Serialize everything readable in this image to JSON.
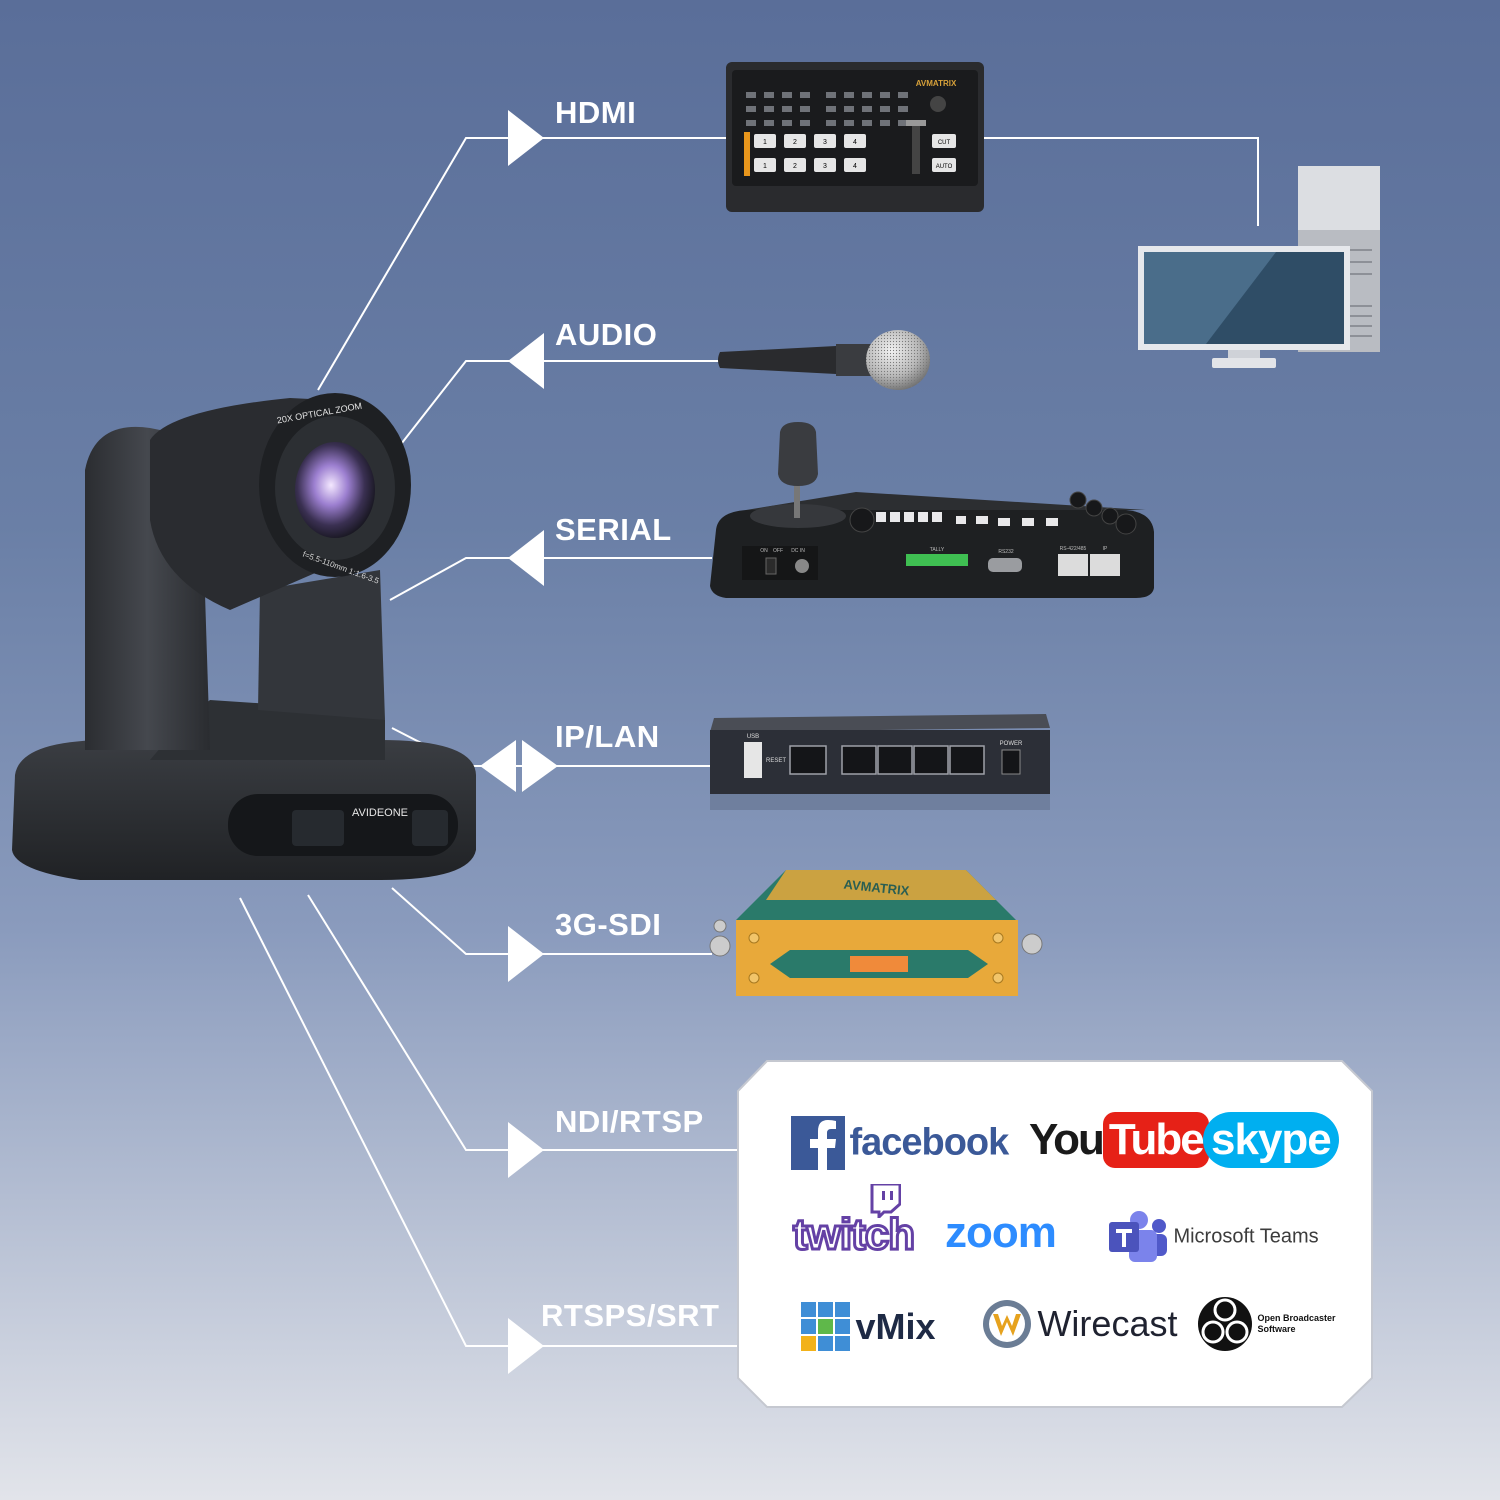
{
  "colors": {
    "background_top": "#5a6e99",
    "background_bottom": "#e2e4ea",
    "wire": "#ffffff",
    "facebook": "#3b5998",
    "youtube_red": "#e62117",
    "skype": "#00aff0",
    "twitch": "#6441a5",
    "zoom": "#2d8cff",
    "teams": "#5059c9",
    "sdi_orange": "#e8a93a",
    "sdi_green": "#2a7a6a"
  },
  "interfaces": [
    {
      "id": "hdmi",
      "label": "HDMI",
      "direction": "out"
    },
    {
      "id": "audio",
      "label": "AUDIO",
      "direction": "in"
    },
    {
      "id": "serial",
      "label": "SERIAL",
      "direction": "in"
    },
    {
      "id": "iplan",
      "label": "IP/LAN",
      "direction": "both"
    },
    {
      "id": "sdi",
      "label": "3G-SDI",
      "direction": "out"
    },
    {
      "id": "ndi",
      "label": "NDI/RTSP",
      "direction": "out"
    },
    {
      "id": "srt",
      "label": "RTSPS/SRT",
      "direction": "out"
    }
  ],
  "camera": {
    "brand": "AVIDEONE",
    "lens_text_top": "20X OPTICAL ZOOM",
    "lens_text_bottom": "f=5.5-110mm 1:1.6-3.5"
  },
  "devices": {
    "switcher_brand": "AVMATRIX",
    "switcher_buttons_top": [
      "1",
      "2",
      "3",
      "4"
    ],
    "switcher_buttons_bottom": [
      "1",
      "2",
      "3",
      "4"
    ],
    "switcher_cut": "CUT",
    "switcher_auto": "AUTO",
    "controller_port_tally": "TALLY",
    "controller_port_rs232": "RS232",
    "controller_port_rs422": "RS-422/485",
    "controller_port_ip": "IP",
    "controller_switch_on": "ON",
    "controller_switch_off": "OFF",
    "controller_dc": "DC IN",
    "switch_usb": "USB",
    "switch_reset": "RESET",
    "switch_power": "POWER",
    "sdi_brand": "AVMATRIX"
  },
  "platforms": {
    "facebook": "facebook",
    "youtube_you": "You",
    "youtube_tube": "Tube",
    "skype": "skype",
    "twitch": "twitch",
    "zoom": "zoom",
    "teams": "Microsoft Teams",
    "vmix": "vMix",
    "wirecast": "Wirecast",
    "obs_line1": "Open Broadcaster",
    "obs_line2": "Software"
  }
}
